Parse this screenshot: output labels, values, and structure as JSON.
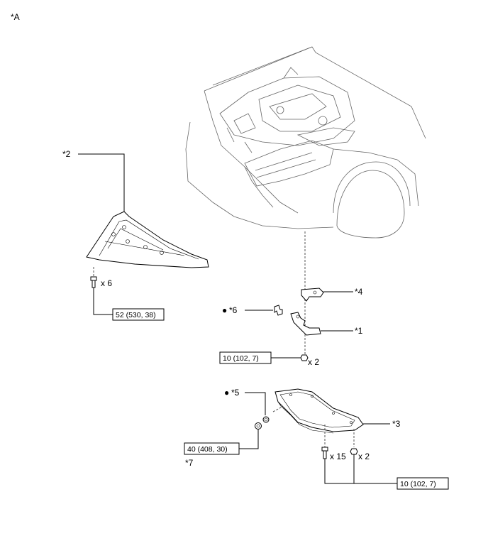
{
  "view_label": "*A",
  "callouts": {
    "c1": "*1",
    "c2": "*2",
    "c3": "*3",
    "c4": "*4",
    "c5": "*5",
    "c6": "*6",
    "c7": "*7"
  },
  "marker_symbol": "●",
  "quantities": {
    "under_cover_bolts": "x 6",
    "bracket_nuts": "x 2",
    "oil_pan_bolts": "x 15",
    "oil_pan_nuts": "x 2"
  },
  "torque_specs": {
    "under_cover": "52 (530, 38)",
    "bracket": "10 (102, 7)",
    "drain_plug": "40 (408, 30)",
    "oil_pan": "10 (102, 7)"
  }
}
